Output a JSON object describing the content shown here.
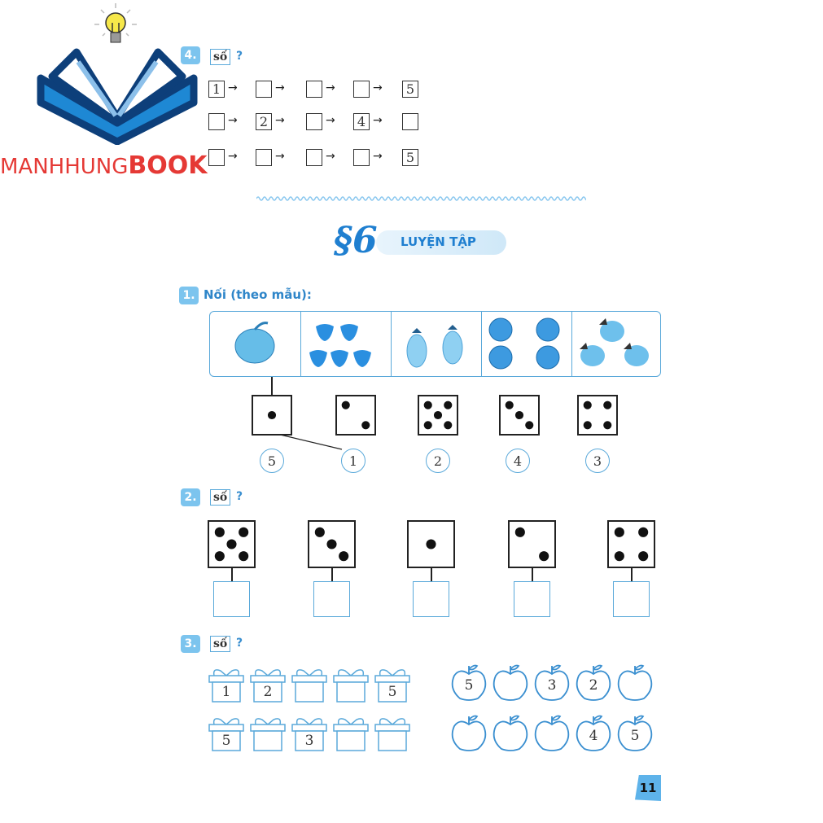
{
  "logo": {
    "text_left": "MANHHUNG",
    "text_right": "BOOK",
    "color": "#e53935"
  },
  "ex4": {
    "number": "4.",
    "label": "số",
    "q": "?",
    "arrow": "→",
    "rows": [
      [
        "1",
        "",
        "",
        "",
        "5"
      ],
      [
        "",
        "2",
        "",
        "4",
        ""
      ],
      [
        "",
        "",
        "",
        "",
        "5"
      ]
    ]
  },
  "lesson": {
    "symbol": "§6",
    "title": "LUYỆN TẬP"
  },
  "ex1": {
    "number": "1.",
    "title": "Nối (theo mẫu):",
    "pictures": [
      "apple",
      "strawberries",
      "eggplants",
      "watermelons",
      "mangoes"
    ],
    "picture_counts": [
      1,
      5,
      2,
      4,
      3
    ],
    "dice": [
      1,
      2,
      5,
      3,
      4
    ],
    "circles": [
      "5",
      "1",
      "2",
      "4",
      "3"
    ]
  },
  "ex2": {
    "number": "2.",
    "label": "số",
    "q": "?",
    "dice": [
      5,
      3,
      1,
      2,
      4
    ]
  },
  "ex3": {
    "number": "3.",
    "label": "số",
    "q": "?",
    "gifts": [
      [
        "1",
        "2",
        "",
        "",
        "5"
      ],
      [
        "5",
        "",
        "3",
        "",
        ""
      ]
    ],
    "apples": [
      [
        "5",
        "",
        "3",
        "2",
        ""
      ],
      [
        "",
        "",
        "",
        "4",
        "5"
      ]
    ]
  },
  "page_number": "11",
  "colors": {
    "accent": "#5aa9da",
    "badge": "#7cc4ee",
    "title": "#1f7fd0"
  }
}
